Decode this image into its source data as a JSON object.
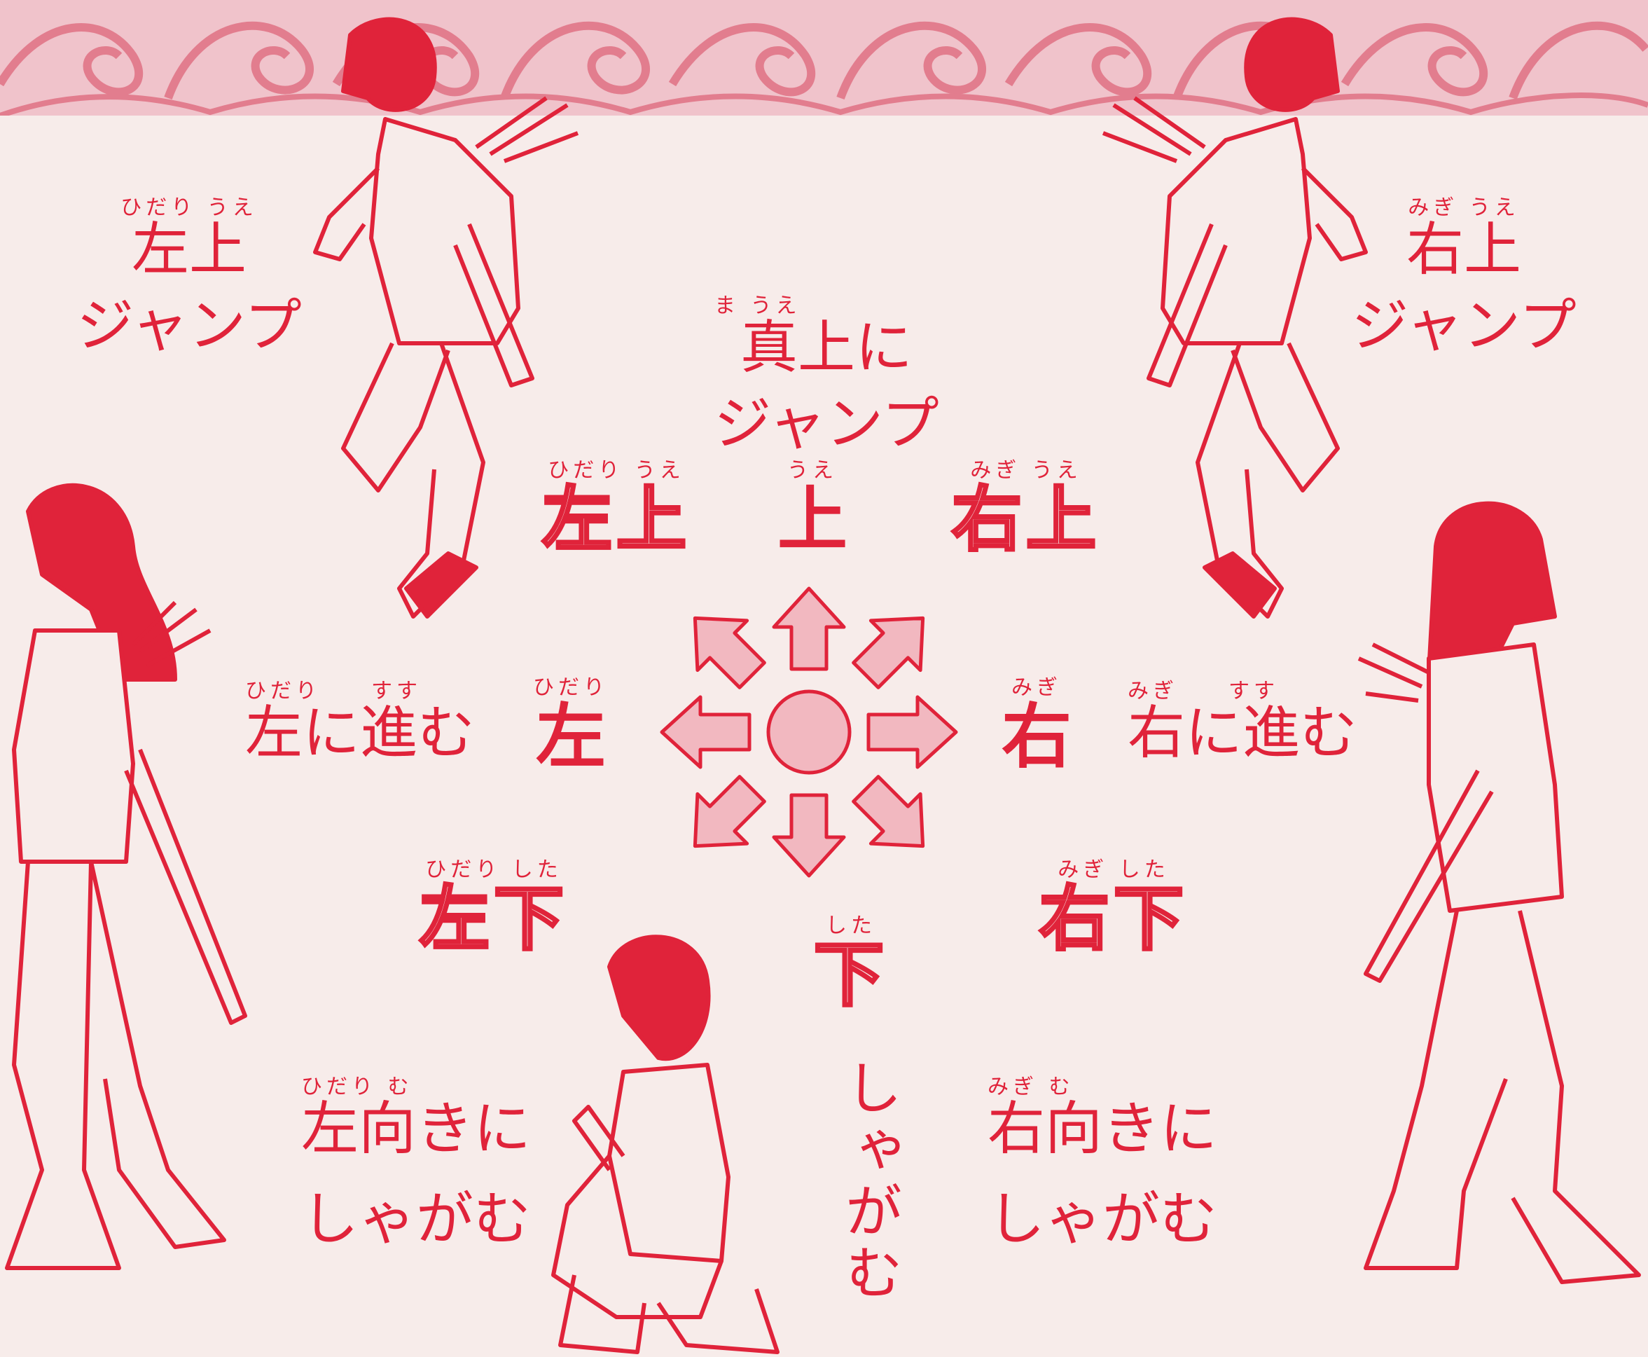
{
  "colors": {
    "accent": "#e0233a",
    "fill": "#f2b8c0",
    "paper": "#f7ecea",
    "border_pattern": "#e27d8e"
  },
  "decor": {
    "border": "swirl-pattern-border",
    "dpad": "eight-way-arrow-dpad"
  },
  "jumps": {
    "up_left": {
      "ruby": "ひだり うえ",
      "kanji": "左上",
      "action": "ジャンプ"
    },
    "up": {
      "ruby": "ま うえ",
      "line1": "真上に",
      "line2": "ジャンプ"
    },
    "up_right": {
      "ruby": "みぎ うえ",
      "kanji": "右上",
      "action": "ジャンプ"
    }
  },
  "dpad_labels": {
    "up_left": {
      "ruby": "ひだり うえ",
      "text": "左上"
    },
    "up": {
      "ruby": "うえ",
      "text": "上"
    },
    "up_right": {
      "ruby": "みぎ うえ",
      "text": "右上"
    },
    "left": {
      "ruby": "ひだり",
      "text": "左"
    },
    "right": {
      "ruby": "みぎ",
      "text": "右"
    },
    "down_left": {
      "ruby": "ひだり した",
      "text": "左下"
    },
    "down": {
      "ruby": "した",
      "text": "下"
    },
    "down_right": {
      "ruby": "みぎ した",
      "text": "右下"
    }
  },
  "moves": {
    "left": {
      "ruby": "ひだり　　すす",
      "text": "左に進む"
    },
    "right": {
      "ruby": "みぎ　　すす",
      "text": "右に進む"
    }
  },
  "crouch": {
    "left": {
      "ruby": "ひだり む",
      "line1": "左向きに",
      "line2": "しゃがむ"
    },
    "down": {
      "text": "しゃがむ"
    },
    "right": {
      "ruby": "みぎ む",
      "line1": "右向きに",
      "line2": "しゃがむ"
    }
  },
  "figures": [
    "jumping-archer-left",
    "jumping-archer-right",
    "walking-archer-left",
    "walking-archer-right",
    "crouching-archer"
  ]
}
